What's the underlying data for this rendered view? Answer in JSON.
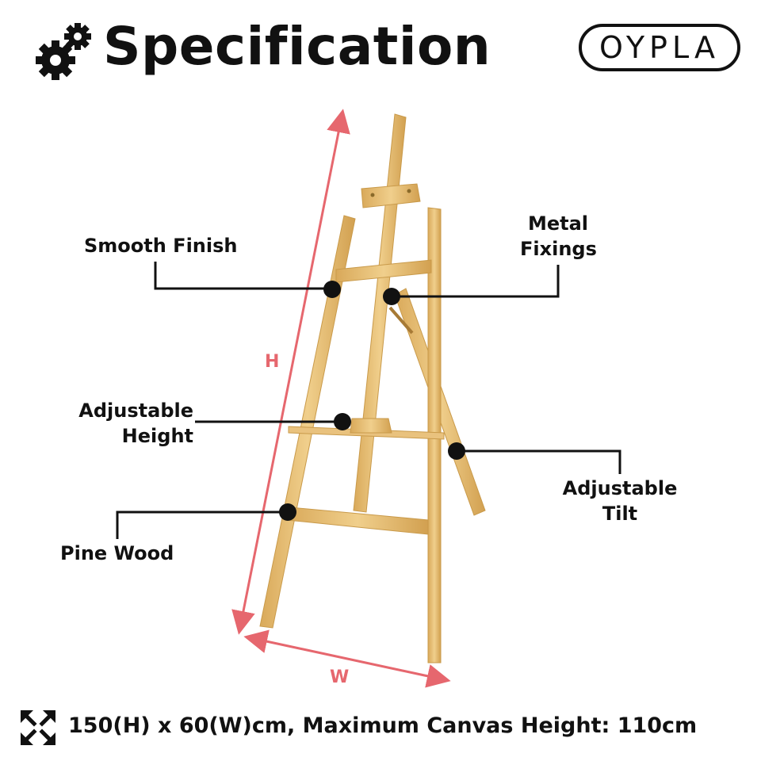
{
  "header": {
    "title": "Specification",
    "title_icon": "gears-icon",
    "brand": "OYPLA"
  },
  "callouts": {
    "smooth_finish": "Smooth Finish",
    "metal_fixings_line1": "Metal",
    "metal_fixings_line2": "Fixings",
    "adjustable_height_line1": "Adjustable",
    "adjustable_height_line2": "Height",
    "adjustable_tilt_line1": "Adjustable",
    "adjustable_tilt_line2": "Tilt",
    "pine_wood": "Pine Wood"
  },
  "dimensions": {
    "height_label": "H",
    "width_label": "W",
    "accent_color": "#e6676e"
  },
  "footer": {
    "icon": "resize-arrows-icon",
    "spec_text": "150(H) x 60(W)cm, Maximum Canvas Height: 110cm"
  },
  "colors": {
    "wood": "#e6c27a",
    "wood_dark": "#c99a4a",
    "text": "#111111"
  }
}
